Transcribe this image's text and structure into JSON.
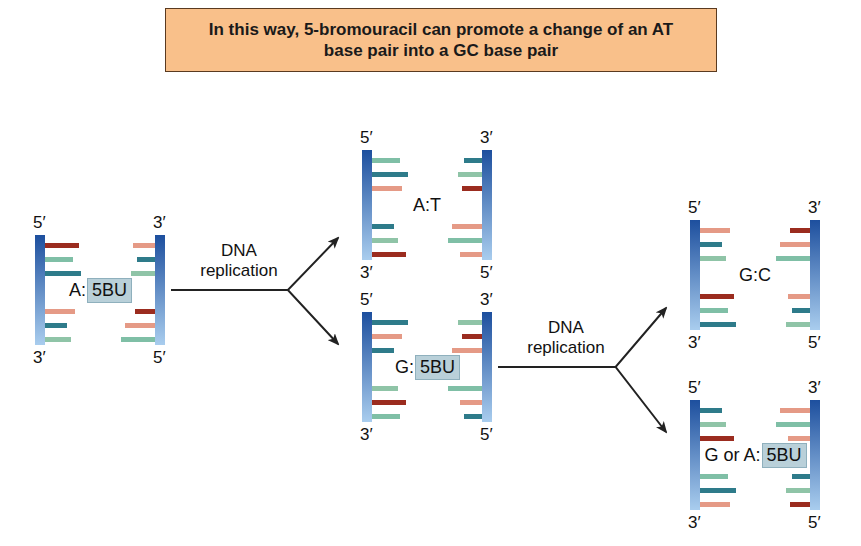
{
  "diagram": {
    "title": "In this way, 5-bromouracil can promote a change of an AT base pair into a GC base pair",
    "nodes": [
      {
        "text": [
          "A:"
        ]
      },
      {
        "text": [
          "5BU"
        ],
        "in": 0
      },
      {
        "text": [
          "A:T"
        ]
      },
      {
        "text": [
          "G:"
        ]
      },
      {
        "text": [
          "5BU"
        ],
        "in": 3
      },
      {
        "text": [
          "G:C"
        ]
      },
      {
        "text": [
          "G or A:"
        ]
      },
      {
        "text": [
          "5BU"
        ],
        "in": 6
      }
    ],
    "edges": [
      {
        "from": 0,
        "to": 2,
        "arrow": "to",
        "label": "DNA replication"
      },
      {
        "from": 0,
        "to": 3,
        "arrow": "to"
      },
      {
        "from": 3,
        "to": 5,
        "arrow": "to",
        "label": "DNA replication"
      },
      {
        "from": 3,
        "to": 6,
        "arrow": "to"
      }
    ],
    "labels": [
      "5′",
      "3′",
      "3′",
      "5′",
      "5′",
      "3′",
      "3′",
      "5′",
      "5′",
      "3′",
      "3′",
      "5′",
      "5′",
      "3′",
      "3′",
      "5′",
      "5′",
      "3′",
      "3′",
      "5′"
    ]
  }
}
